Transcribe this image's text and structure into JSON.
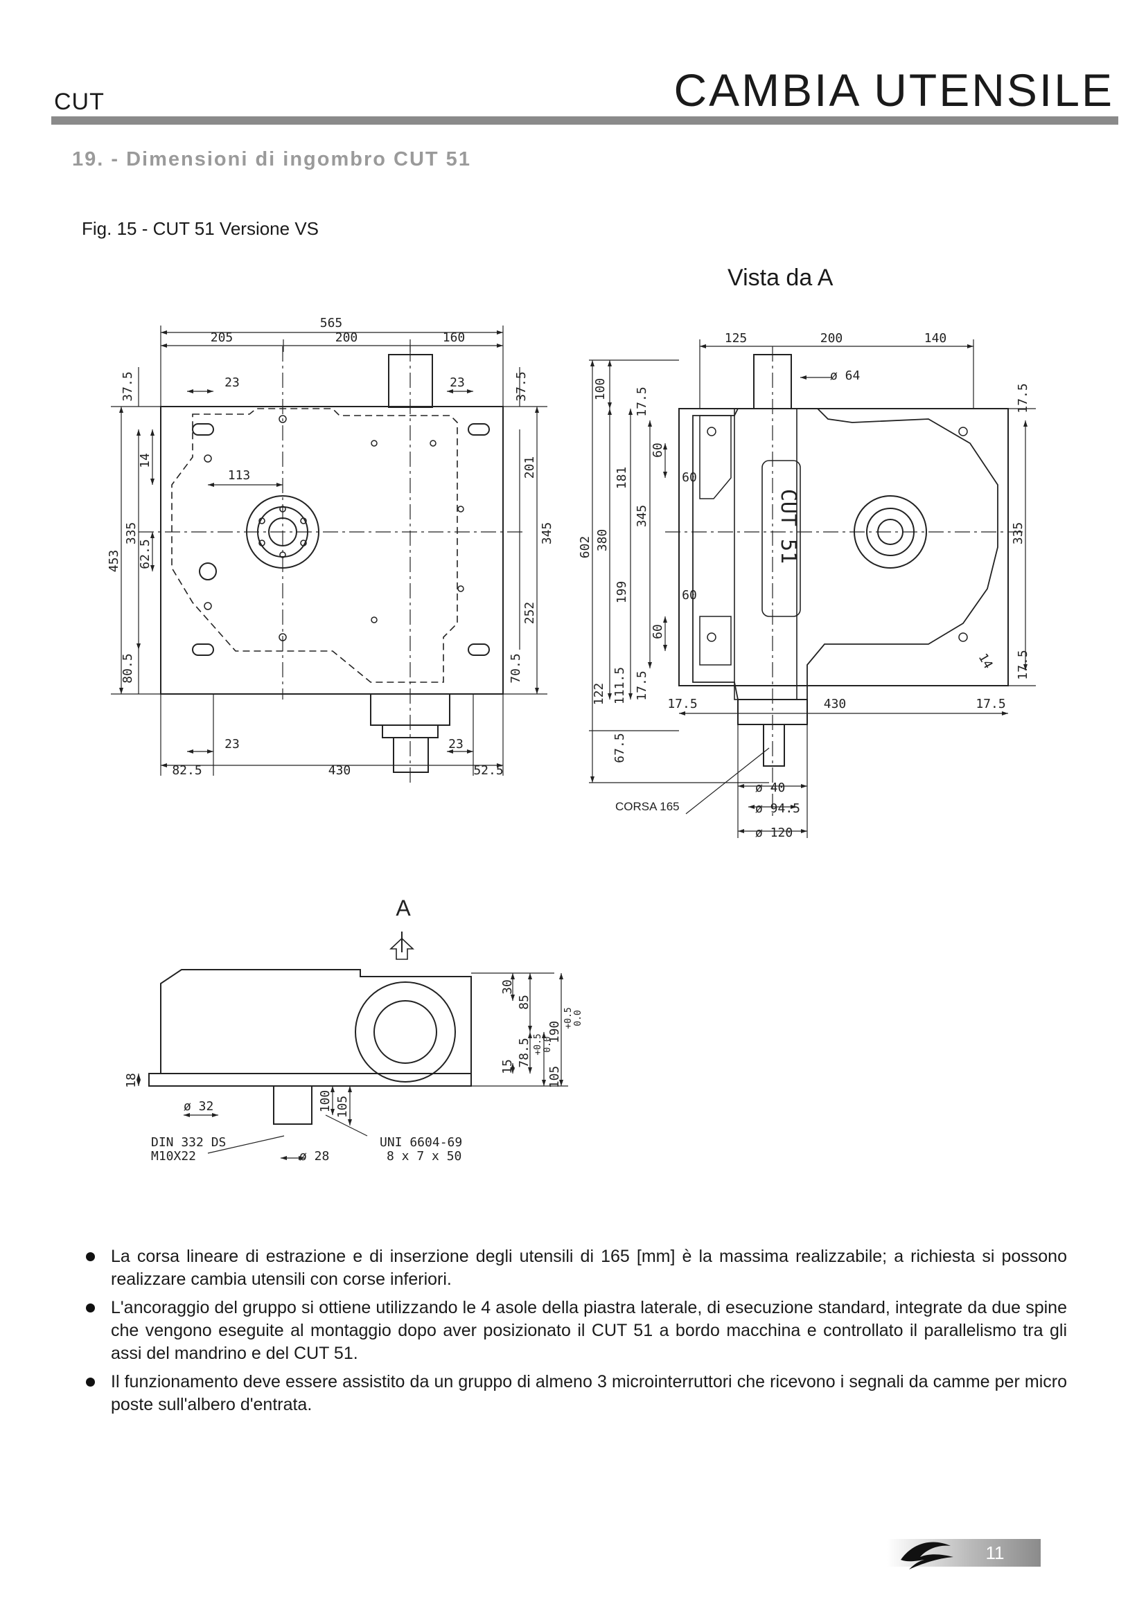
{
  "header": {
    "left": "CUT",
    "title": "CAMBIA UTENSILE"
  },
  "section_title": "19. - Dimensioni di ingombro  CUT 51",
  "figure_caption": "Fig. 15 - CUT 51  Versione VS",
  "view_label": "Vista da  A",
  "arrow_label": "A",
  "drawing_left": {
    "d565": "565",
    "d205": "205",
    "d200": "200",
    "d160": "160",
    "d37_5a": "37.5",
    "d23a": "23",
    "d23b": "23",
    "d37_5b": "37.5",
    "d14": "14",
    "d113": "113",
    "d201": "201",
    "d453": "453",
    "d335": "335",
    "d62_5": "62.5",
    "d345": "345",
    "d252": "252",
    "d80_5": "80.5",
    "d70_5": "70.5",
    "d23c": "23",
    "d23d": "23",
    "d82_5": "82.5",
    "d430": "430",
    "d52_5": "52.5"
  },
  "drawing_right": {
    "d125": "125",
    "d200": "200",
    "d140": "140",
    "dphi64": "ø 64",
    "d100": "100",
    "d17_5a": "17.5",
    "d17_5b": "17.5",
    "d60a": "60",
    "d60b": "60",
    "d181": "181",
    "d602": "602",
    "d380": "380",
    "d345": "345",
    "d335": "335",
    "d199": "199",
    "d60c": "60",
    "d60d": "60",
    "d14": "14",
    "d17_5c": "17.5",
    "d122": "122",
    "d111_5": "111.5",
    "d17_5d": "17.5",
    "d17_5e": "17.5",
    "d430": "430",
    "d17_5f": "17.5",
    "d67_5": "67.5",
    "dphi40": "ø 40",
    "dphi94_5": "ø 94.5",
    "dphi120": "ø 120",
    "corsa": "CORSA 165",
    "nameplate": "CUT 51"
  },
  "drawing_bottom": {
    "d30": "30",
    "d85": "85",
    "d190": "190",
    "tol190": "+0.5",
    "tol190b": "0.0",
    "d78_5": "78.5",
    "d15": "15",
    "d105": "105",
    "tol105": "+0.5",
    "tol105b": "0.0",
    "d18": "18",
    "dphi32": "ø 32",
    "d100": "100",
    "d105b": "105",
    "din1": "DIN 332 DS",
    "din2": "M10X22",
    "dphi28": "ø 28",
    "uni1": "UNI 6604-69",
    "uni2": "8 x 7 x 50"
  },
  "bullets": [
    "La corsa lineare di estrazione e di inserzione degli utensili di 165 [mm] è la massima realizzabile; a richiesta si possono realizzare cambia utensili con corse inferiori.",
    "L'ancoraggio del gruppo si ottiene utilizzando le 4 asole della piastra laterale, di esecuzione standard, integrate da due spine che vengono eseguite al montaggio dopo aver posizionato il CUT 51 a bordo macchina e controllato il parallelismo tra gli assi  del mandrino e del CUT 51.",
    "Il funzionamento deve essere assistito da un gruppo di almeno  3 microinterruttori che ricevono i segnali da camme per micro poste sull'albero d'entrata."
  ],
  "page_number": "11"
}
